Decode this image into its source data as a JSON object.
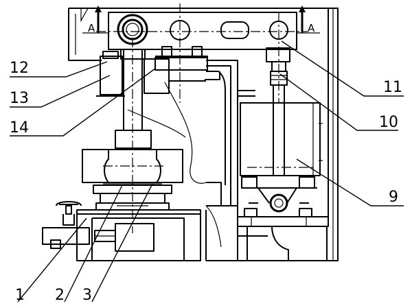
{
  "section_marks": {
    "left": "A",
    "right": "A"
  },
  "callouts": [
    "1",
    "2",
    "3",
    "9",
    "10",
    "11",
    "12",
    "13",
    "14"
  ]
}
